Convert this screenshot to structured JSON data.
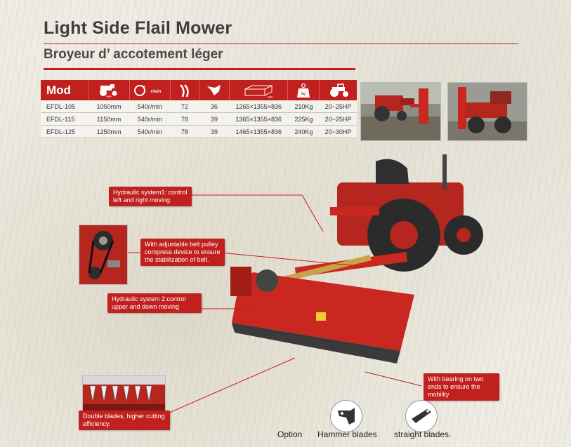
{
  "header": {
    "title": "Light Side  Flail Mower",
    "subtitle": "Broyeur d’ accotement léger"
  },
  "table": {
    "mod_label": "Mod",
    "icon_units": {
      "width_unit": "mm",
      "speed_unit": "r/min",
      "dims_unit": "mm",
      "weight_unit": "kg"
    },
    "rows": [
      [
        "EFDL-105",
        "1050mm",
        "540r/min",
        "72",
        "36",
        "1265×1355×836",
        "210Kg",
        "20~25HP"
      ],
      [
        "EFDL-115",
        "1150mm",
        "540r/min",
        "78",
        "39",
        "1365×1355×836",
        "225Kg",
        "20~25HP"
      ],
      [
        "EFDL-125",
        "1250mm",
        "540r/min",
        "78",
        "39",
        "1465×1355×836",
        "240Kg",
        "20~30HP"
      ]
    ]
  },
  "callouts": {
    "hydraulic1": "Hydraulic system1: control left and right moving",
    "belt": "With adjustable belt pulley compress device to ensure the stabilization of belt.",
    "hydraulic2": "Hydraulic  system 2:control upper and down moving",
    "bearing": "With bearing on two ends to ensure the mobility",
    "blades": "Double blades, higher cutting efficiency."
  },
  "options": {
    "option_label": "Option",
    "hammer_label": "Hammer blades",
    "straight_label": "straight blades."
  },
  "colors": {
    "accent": "#c0201e",
    "tractor": "#b5261f",
    "text": "#3d3d3d"
  }
}
